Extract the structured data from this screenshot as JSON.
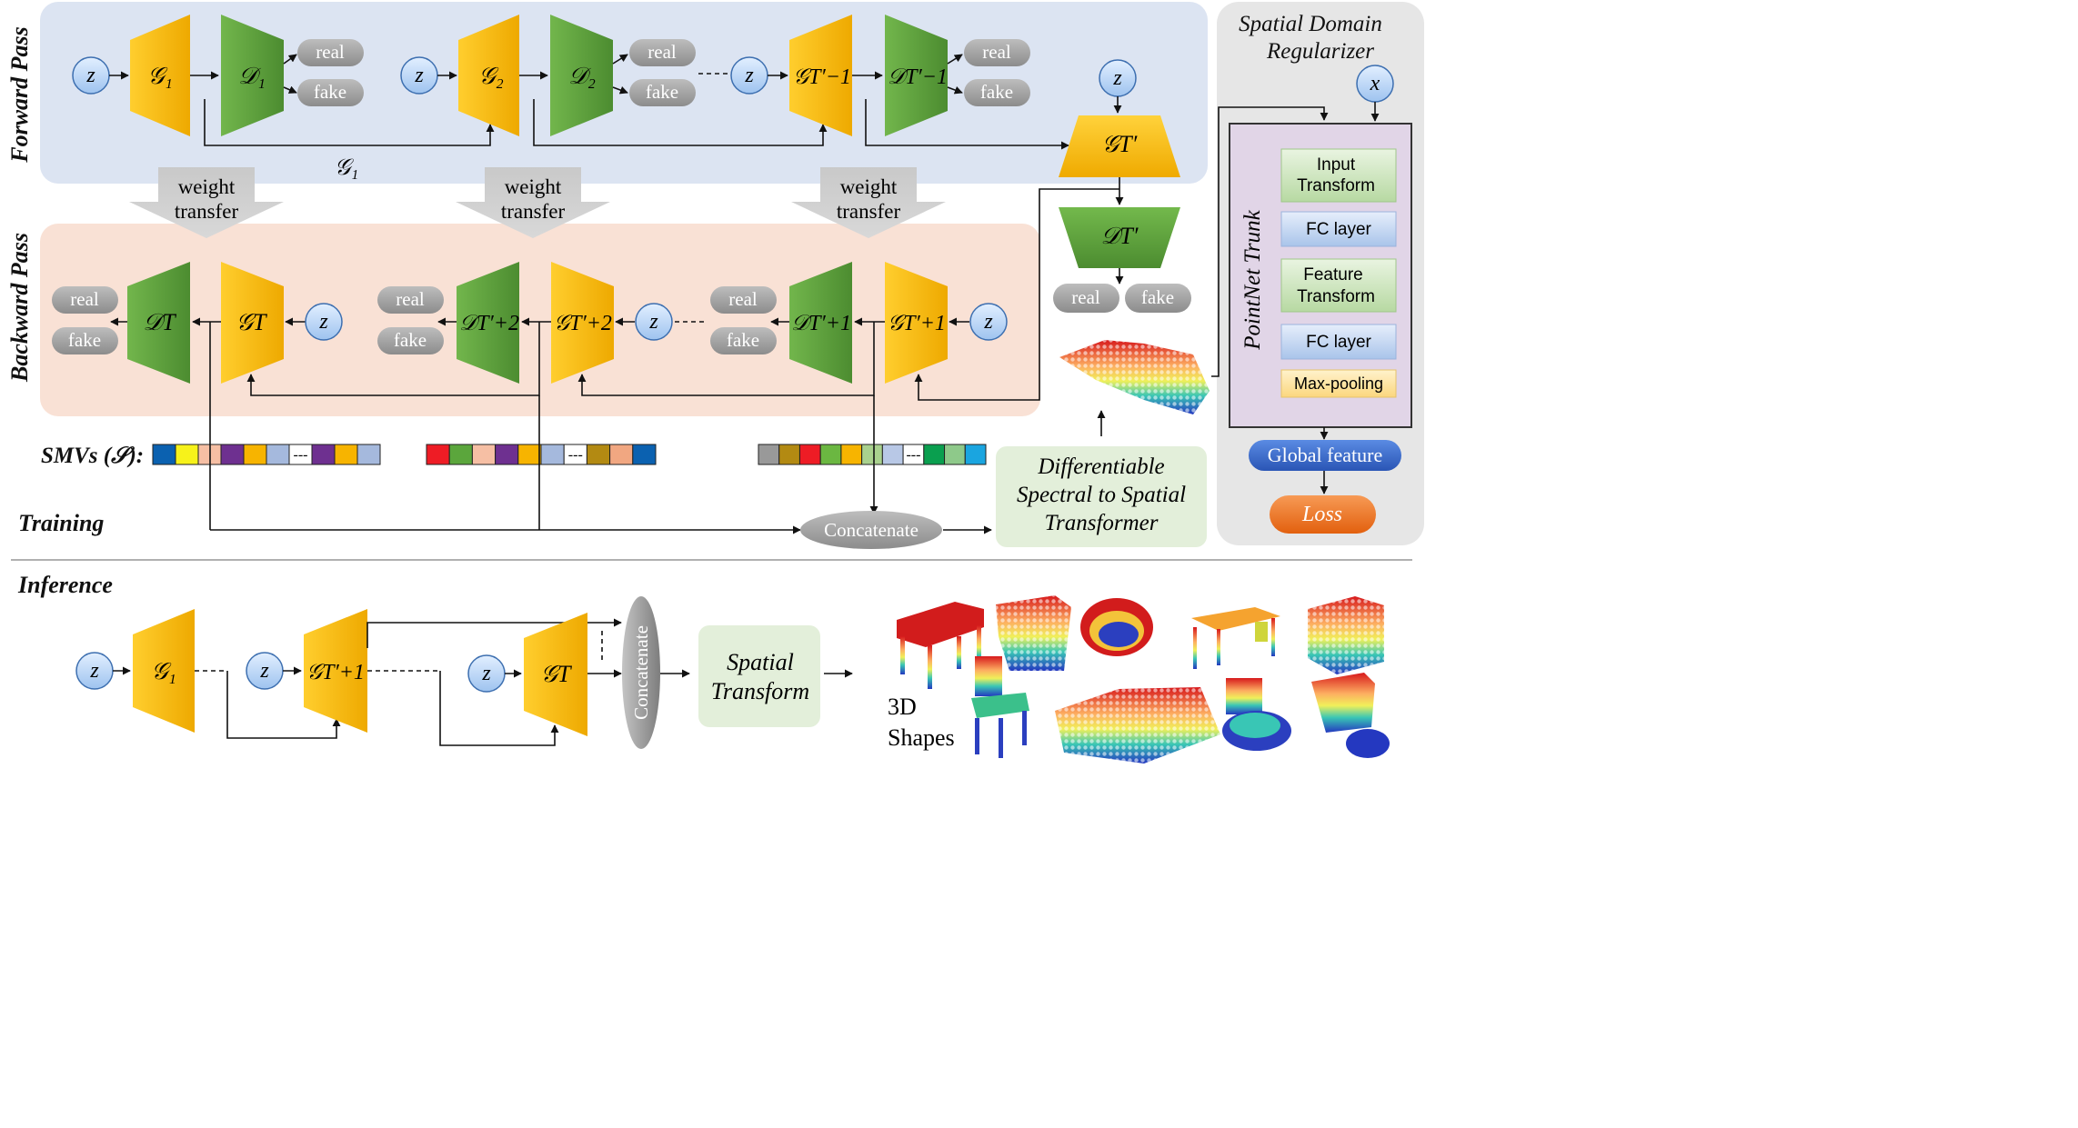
{
  "sections": {
    "forward_pass": "Forward Pass",
    "backward_pass": "Backward Pass",
    "training": "Training",
    "inference": "Inference",
    "regularizer_line1": "Spatial Domain",
    "regularizer_line2": "Regularizer"
  },
  "symbols": {
    "z": "z",
    "x": "x",
    "G1": "𝒢₁",
    "G2": "𝒢₂",
    "GTp_minus1": "𝒢T′−1",
    "GTp": "𝒢T′",
    "GTp_plus1": "𝒢T′+1",
    "GTp_plus2": "𝒢T′+2",
    "GT": "𝒢T",
    "D1": "𝒟₁",
    "D2": "𝒟₂",
    "DTp_minus1": "𝒟T′−1",
    "DTp": "𝒟T′",
    "DTp_plus1": "𝒟T′+1",
    "DTp_plus2": "𝒟T′+2",
    "DT": "𝒟T"
  },
  "labels": {
    "real": "real",
    "fake": "fake",
    "weight_line1": "weight",
    "weight_line2": "transfer",
    "smvs": "SMVs (𝒮):",
    "concatenate": "Concatenate",
    "dst_line1": "Differentiable",
    "dst_line2": "Spectral to Spatial",
    "dst_line3": "Transformer",
    "spatial_line1": "Spatial",
    "spatial_line2": "Transform",
    "shapes_line1": "3D",
    "shapes_line2": "Shapes",
    "g1_skip": "𝒢₁",
    "dots": "---"
  },
  "pointnet": {
    "trunk": "PointNet Trunk",
    "input_transform_1": "Input",
    "input_transform_2": "Transform",
    "fc1": "FC layer",
    "feature_transform_1": "Feature",
    "feature_transform_2": "Transform",
    "fc2": "FC layer",
    "maxpool": "Max-pooling",
    "global_feature": "Global feature",
    "loss": "Loss"
  },
  "colors": {
    "forward_bg": "#dce4f2",
    "backward_bg": "#f9e1d5",
    "regularizer_bg": "#e6e6e6",
    "pointnet_bg": "#e1d5e7",
    "generator": "#f5b400",
    "discriminator": "#5b9e3c",
    "green_panel": "#e3efda",
    "blue_btn": "#3567c8",
    "loss": "#ee7020"
  },
  "smv_bars": [
    [
      "#0b61b0",
      "#f7f21a",
      "#f6bfa4",
      "#6e3090",
      "#f7b400",
      "#a5b9dd",
      "dash",
      "#6e3090",
      "#f7b400",
      "#a5b9dd"
    ],
    [
      "#ee1c25",
      "#5ba63c",
      "#f6bfa4",
      "#6e3090",
      "#f7b400",
      "#a5b9dd",
      "dash",
      "#b38a12",
      "#f1a781",
      "#0b61b0"
    ],
    [
      "#999999",
      "#b38a12",
      "#ee1c25",
      "#6bb741",
      "#f7b400",
      "#a9d18e",
      "#b8c8e6",
      "dash",
      "#0a9f4f",
      "#8ec98a",
      "#1aa5e0"
    ]
  ]
}
